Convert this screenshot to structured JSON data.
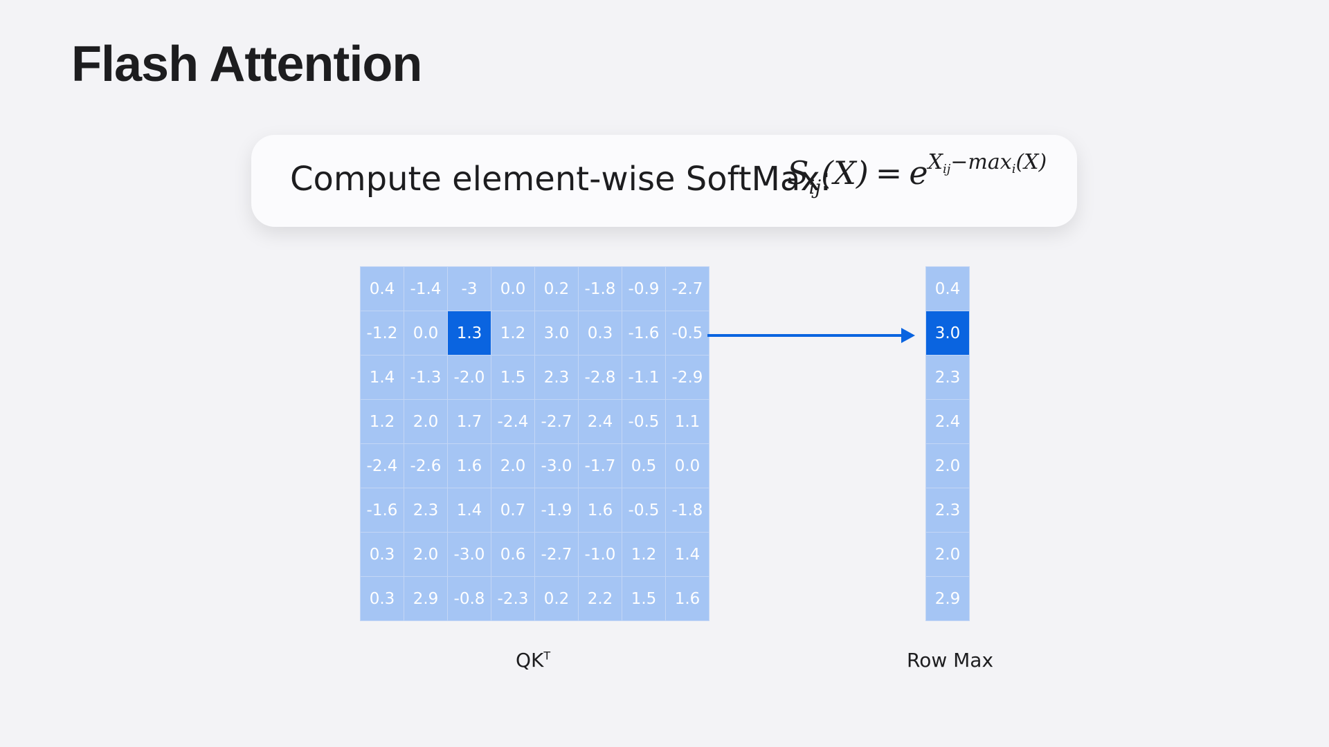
{
  "slide": {
    "title": "Flash Attention"
  },
  "formula": {
    "label": "Compute element-wise SoftMax:",
    "lhs_symbol": "S",
    "lhs_subscript": "ij",
    "lhs_arg": "(X)",
    "equals": "=",
    "base": "e",
    "exponent_var": "X",
    "exponent_var_subscript": "ij",
    "exponent_minus": "−",
    "exponent_max": "max",
    "exponent_max_subscript": "i",
    "exponent_arg": "(X)"
  },
  "matrix": {
    "caption_main": "QK",
    "caption_superscript": "T",
    "rows": [
      [
        "0.4",
        "-1.4",
        "-3",
        "0.0",
        "0.2",
        "-1.8",
        "-0.9",
        "-2.7"
      ],
      [
        "-1.2",
        "0.0",
        "1.3",
        "1.2",
        "3.0",
        "0.3",
        "-1.6",
        "-0.5"
      ],
      [
        "1.4",
        "-1.3",
        "-2.0",
        "1.5",
        "2.3",
        "-2.8",
        "-1.1",
        "-2.9"
      ],
      [
        "1.2",
        "2.0",
        "1.7",
        "-2.4",
        "-2.7",
        "2.4",
        "-0.5",
        "1.1"
      ],
      [
        "-2.4",
        "-2.6",
        "1.6",
        "2.0",
        "-3.0",
        "-1.7",
        "0.5",
        "0.0"
      ],
      [
        "-1.6",
        "2.3",
        "1.4",
        "0.7",
        "-1.9",
        "1.6",
        "-0.5",
        "-1.8"
      ],
      [
        "0.3",
        "2.0",
        "-3.0",
        "0.6",
        "-2.7",
        "-1.0",
        "1.2",
        "1.4"
      ],
      [
        "0.3",
        "2.9",
        "-0.8",
        "-2.3",
        "0.2",
        "2.2",
        "1.5",
        "1.6"
      ]
    ],
    "highlighted_cell": [
      1,
      2
    ],
    "cell_color": "#a5c5f4",
    "highlight_color": "#0a64e0"
  },
  "row_max": {
    "caption": "Row Max",
    "values": [
      "0.4",
      "3.0",
      "2.3",
      "2.4",
      "2.0",
      "2.3",
      "2.0",
      "2.9"
    ],
    "highlighted_index": 1
  },
  "arrow": {
    "from_row": 1,
    "color": "#0a64e0"
  }
}
